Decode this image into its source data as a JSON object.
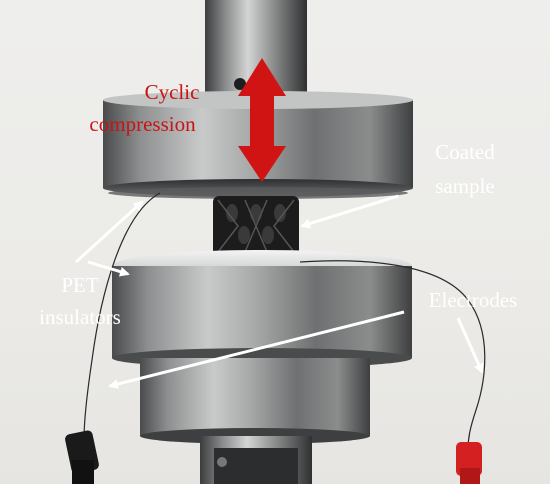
{
  "annotations": {
    "cyclic_line1": "Cyclic",
    "cyclic_line2": "compression",
    "coated_line1": "Coated",
    "coated_line2": "sample",
    "pet_line1": "PET",
    "pet_line2": "insulators",
    "electrodes": "Electrodes"
  },
  "colors": {
    "compression_arrow": "#d01414",
    "compression_text": "#c81414",
    "annotation_text": "#ffffff",
    "annotation_arrows": "#ffffff",
    "steel": "#8f9090",
    "sample": "#202020",
    "clip_black": "#1a1a1a",
    "clip_red": "#d42020"
  }
}
